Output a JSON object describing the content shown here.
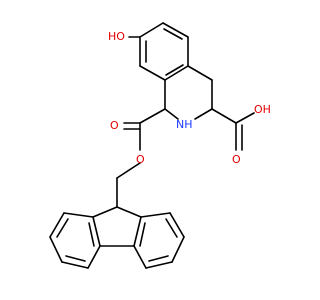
{
  "colors": {
    "background": "#ffffff",
    "bond": "#000000",
    "oxygen": "#e60000",
    "nitrogen": "#1f3cff"
  },
  "labels": {
    "hydroxyl": "HO",
    "amine": "NH",
    "acid_oxygen": "O",
    "acid_hydroxyl": "OH",
    "ester_carbonyl_oxygen": "O",
    "ester_oxygen": "O"
  }
}
